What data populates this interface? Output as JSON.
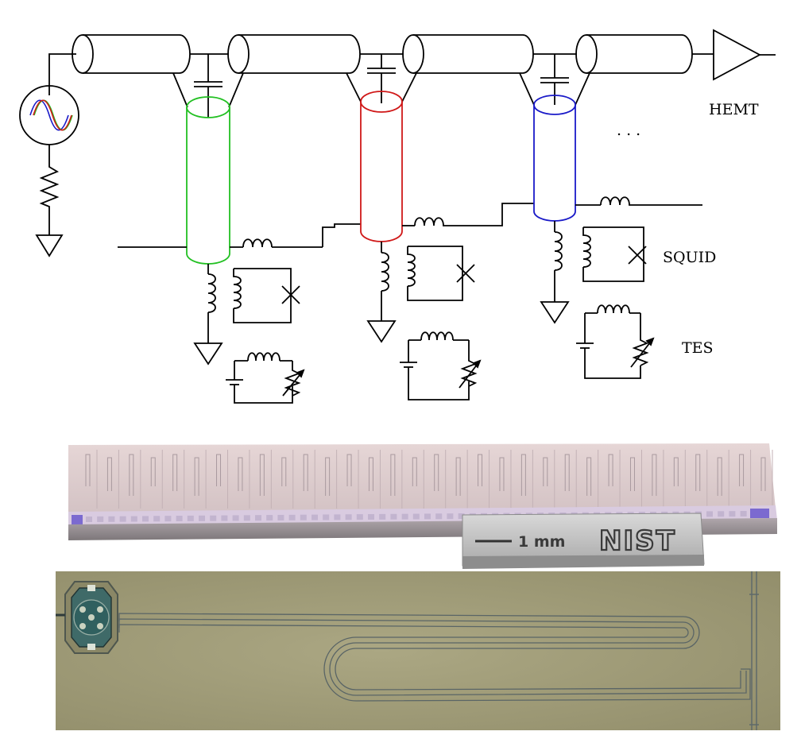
{
  "labels": {
    "hemt": "HEMT",
    "squid": "SQUID",
    "tes": "TES",
    "ellipsis": ". . .",
    "scale_bar": "1 mm",
    "logo": "NIST"
  },
  "colors": {
    "wire": "#000000",
    "resonator_1": "#22c022",
    "resonator_2": "#d01818",
    "resonator_3": "#1a1ac8",
    "chip_top": "#dccaca",
    "chip_edge": "#9a8f96",
    "chip_pads": "#7b6ad0",
    "metal_block": "#c9c9c9",
    "die_background": "#a19d78",
    "trace": "#5f6a6a"
  },
  "icons": {
    "source": "sine-source-icon",
    "amplifier": "amplifier-triangle-icon",
    "ground": "ground-icon",
    "inductor": "inductor-coil-icon",
    "josephson_junction": "junction-cross-icon",
    "variable_resistor": "variable-resistor-icon",
    "battery": "battery-icon"
  }
}
